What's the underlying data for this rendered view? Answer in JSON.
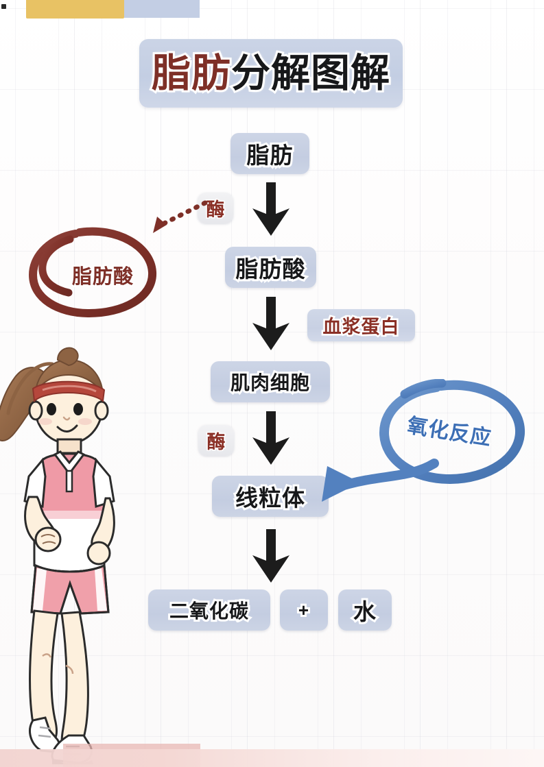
{
  "page": {
    "title": "脂肪分解图解",
    "title_red_part": "脂肪",
    "title_black_part": "分解图解",
    "background_color": "#fdfcfb",
    "node_fill_color": "#c6cfe2",
    "text_dark_color": "#17181a",
    "accent_red_color": "#7e2f27",
    "accent_blue_color": "#3d6fb5"
  },
  "chrome": {
    "yellow_tab_color": "#e8c264",
    "blue_tab_color": "#c3cee4",
    "bottom_band_color": "#f0cdc9"
  },
  "flow": {
    "nodes": [
      {
        "id": "fat",
        "label": "脂肪"
      },
      {
        "id": "fattyacid",
        "label": "脂肪酸"
      },
      {
        "id": "muscle",
        "label": "肌肉细胞"
      },
      {
        "id": "mito",
        "label": "线粒体"
      },
      {
        "id": "co2",
        "label": "二氧化碳"
      },
      {
        "id": "plus",
        "label": "+"
      },
      {
        "id": "water",
        "label": "水"
      }
    ],
    "arrow_icon": "arrow-down-icon",
    "arrow_count": 4
  },
  "side_labels": {
    "enzyme_1": "酶",
    "enzyme_2": "酶",
    "plasma_protein": "血浆蛋白"
  },
  "annotations": {
    "red_circle": {
      "label": "脂肪酸",
      "color": "#7e2f27",
      "pointer": "dashed-arrow-icon"
    },
    "blue_circle": {
      "label": "氧化反应",
      "color": "#3d6fb5",
      "pointer": "curved-arrow-icon",
      "points_to": "线粒体"
    }
  },
  "illustration": {
    "name": "running-girl",
    "headband_color": "#b5473c",
    "shirt_color": "#ef9aa6",
    "shorts_color": "#f0a0aa",
    "hair_color": "#96674a",
    "skin_color": "#fdf0dd"
  }
}
